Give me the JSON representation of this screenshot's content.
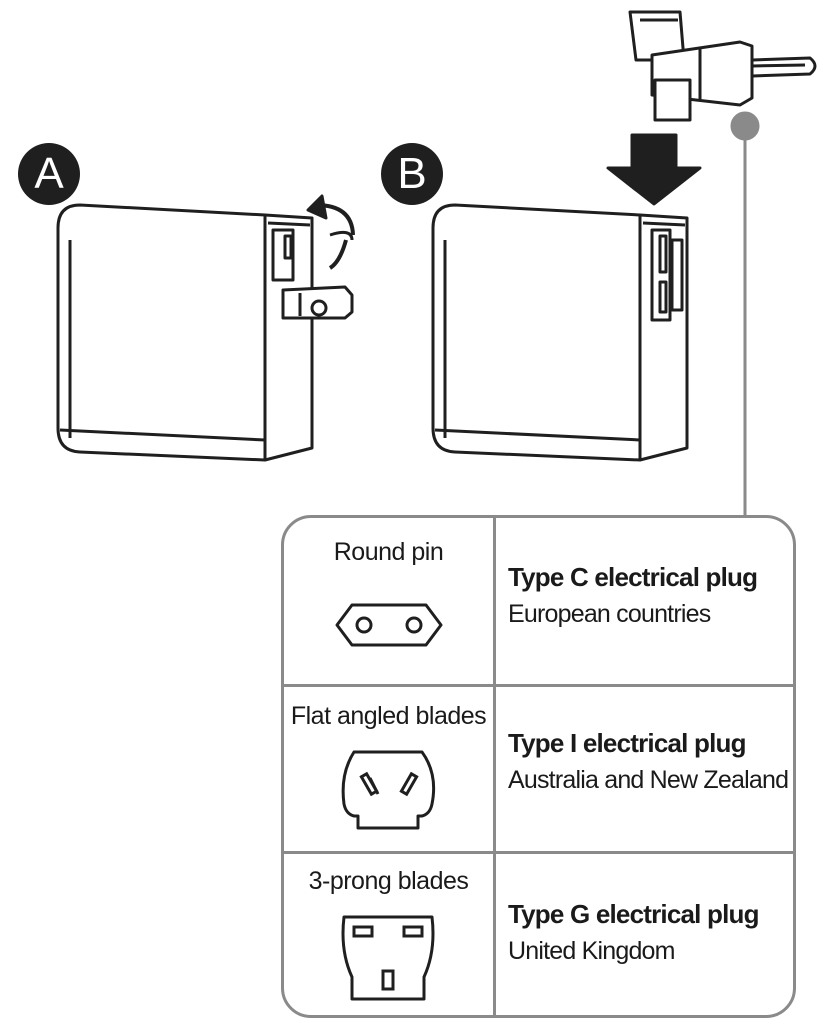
{
  "steps": [
    {
      "badge": "A"
    },
    {
      "badge": "B"
    }
  ],
  "plugs": [
    {
      "shape_label": "Round pin",
      "type_title": "Type C electrical plug",
      "region": "European countries",
      "icon": "round-pin-outlet-icon"
    },
    {
      "shape_label": "Flat angled blades",
      "type_title": "Type I electrical plug",
      "region": "Australia and New Zealand",
      "icon": "angled-blades-outlet-icon"
    },
    {
      "shape_label": "3-prong blades",
      "type_title": "Type G electrical plug",
      "region": "United Kingdom",
      "icon": "three-prong-outlet-icon"
    }
  ],
  "colors": {
    "line": "#1f1f1f",
    "frame": "#8a8a8a",
    "badge": "#1f1f1f"
  }
}
